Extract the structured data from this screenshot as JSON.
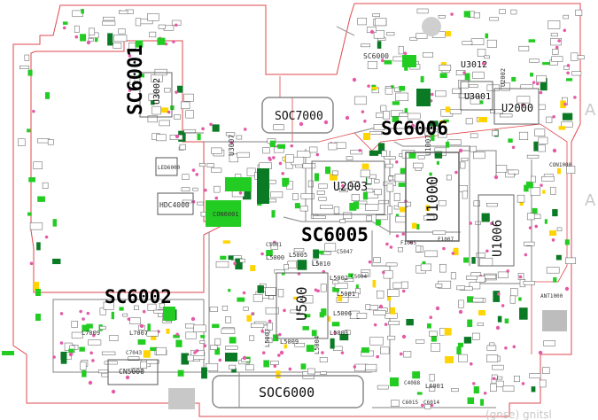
{
  "colors": {
    "outline": "#e0474c",
    "trace": "#9a9a9a",
    "pad_green": "#22cc22",
    "pad_dark": "#0b7a25",
    "pad_yellow": "#ffd400",
    "via_pink": "#e45aa6",
    "pad_grey": "#bdbdbd"
  },
  "big_labels": [
    "SC6001",
    "SC6006",
    "SC6005",
    "SC6002"
  ],
  "soc_labels": [
    "SOC7000",
    "SOC6000"
  ],
  "ic_labels": [
    "U3002",
    "U3001",
    "U2000",
    "U2002",
    "U3012",
    "U2003",
    "U1000",
    "U1006",
    "U1007",
    "U3007",
    "U500"
  ],
  "connector_labels": [
    "HDC4000",
    "CON6001",
    "CN5000",
    "CON1000",
    "ANT1000"
  ],
  "passive_labels": [
    "L5000",
    "L5005",
    "L5010",
    "L5002",
    "L5001",
    "L5006",
    "L5004",
    "L5009",
    "L5003",
    "L5007",
    "L7009",
    "L7007",
    "L6001",
    "C5001",
    "C5047",
    "C5004",
    "C4088",
    "C6015",
    "C6014",
    "C7043",
    "F1005",
    "F1007",
    "LED6000",
    "SC6000"
  ],
  "ghost_text": {
    "right_top": "A",
    "right_mid": "A",
    "bottom_right": "(gnse) gnitsl"
  }
}
